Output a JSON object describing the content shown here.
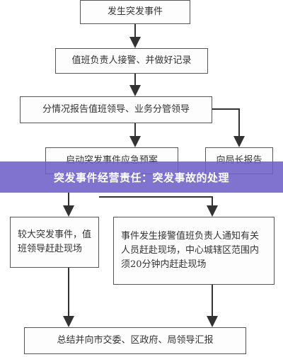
{
  "flow": {
    "step1": "发生突发事件",
    "step2": "值班负责人接警、并做好记录",
    "step3": "分情况报告值班领导、业务分管领导",
    "step4a": "启动突发事件应急预案",
    "step4b": "向局长报告",
    "step5a": "较大突发事件，值班领导赶赴现场",
    "step5b": "事件发生接警值班负责人通知有关人员赶赴现场，中心城辖区范围内须20分钟内赶赴现场",
    "step6": "总结并向市交委、区政府、局领导汇报"
  },
  "banner": {
    "title": "突发事件经营责任：突发事故的处理"
  },
  "colors": {
    "banner_bg": "#6e60c8",
    "box_border": "#555555",
    "arrow": "#333333"
  }
}
